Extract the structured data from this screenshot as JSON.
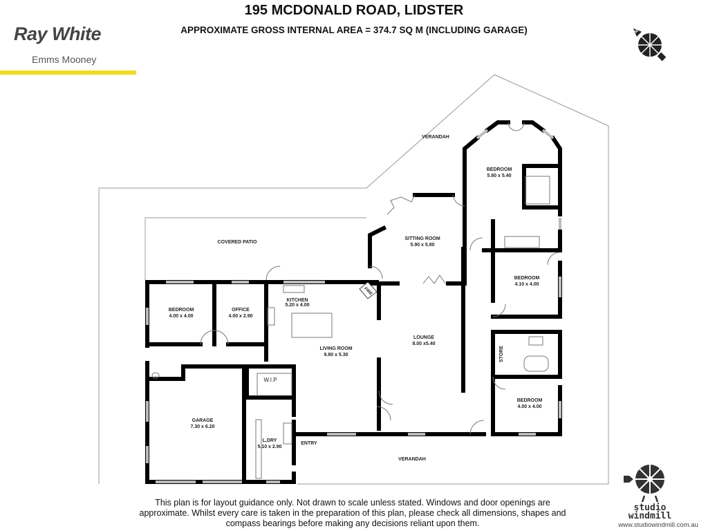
{
  "header": {
    "title": "195 MCDONALD ROAD, LIDSTER",
    "subtitle": "APPROXIMATE GROSS INTERNAL AREA = 374.7 SQ M (INCLUDING GARAGE)"
  },
  "agency": {
    "brand": "Ray White",
    "office": "Emms Mooney",
    "accent_color": "#f2dc1a"
  },
  "rooms": {
    "verandah_top": "VERANDAH",
    "verandah_bottom": "VERANDAH",
    "covered_patio": "COVERED PATIO",
    "bedroom_main": {
      "name": "BEDROOM",
      "size": "5.80 x 5.40"
    },
    "sitting_room": {
      "name": "SITTING ROOM",
      "size": "5.90 x 5.80"
    },
    "bedroom_2": {
      "name": "BEDROOM",
      "size": "4.10 x 4.00"
    },
    "bedroom_west": {
      "name": "BEDROOM",
      "size": "4.00 x 4.00"
    },
    "office": {
      "name": "OFFICE",
      "size": "4.00 x 2.90"
    },
    "kitchen": {
      "name": "KITCHEN",
      "size": "5.20 x 4.00"
    },
    "living_room": {
      "name": "LIVING ROOM",
      "size": "9.80 x 5.30"
    },
    "lounge": {
      "name": "LOUNGE",
      "size": "8.00 x5.40"
    },
    "store": "STORE",
    "bedroom_3": {
      "name": "BEDROOM",
      "size": "4.00 x 4.00"
    },
    "wip": "W.I.P",
    "garage": {
      "name": "GARAGE",
      "size": "7.30 x 6.20"
    },
    "laundry": {
      "name": "L,DRY",
      "size": "5.10 x 2.90"
    },
    "entry": "ENTRY",
    "fire": "FIRE"
  },
  "disclaimer": "This plan is for layout guidance only. Not drawn to scale unless stated. Windows and door openings are approximate. Whilst every care is taken in the preparation of this plan, please check all dimensions, shapes and compass bearings before making any decisions reliant upon them.",
  "studio": {
    "name_line1": "studio",
    "name_line2": "windmill",
    "url": "www.studiowindmill.com.au"
  },
  "compass": {
    "label": "N"
  }
}
